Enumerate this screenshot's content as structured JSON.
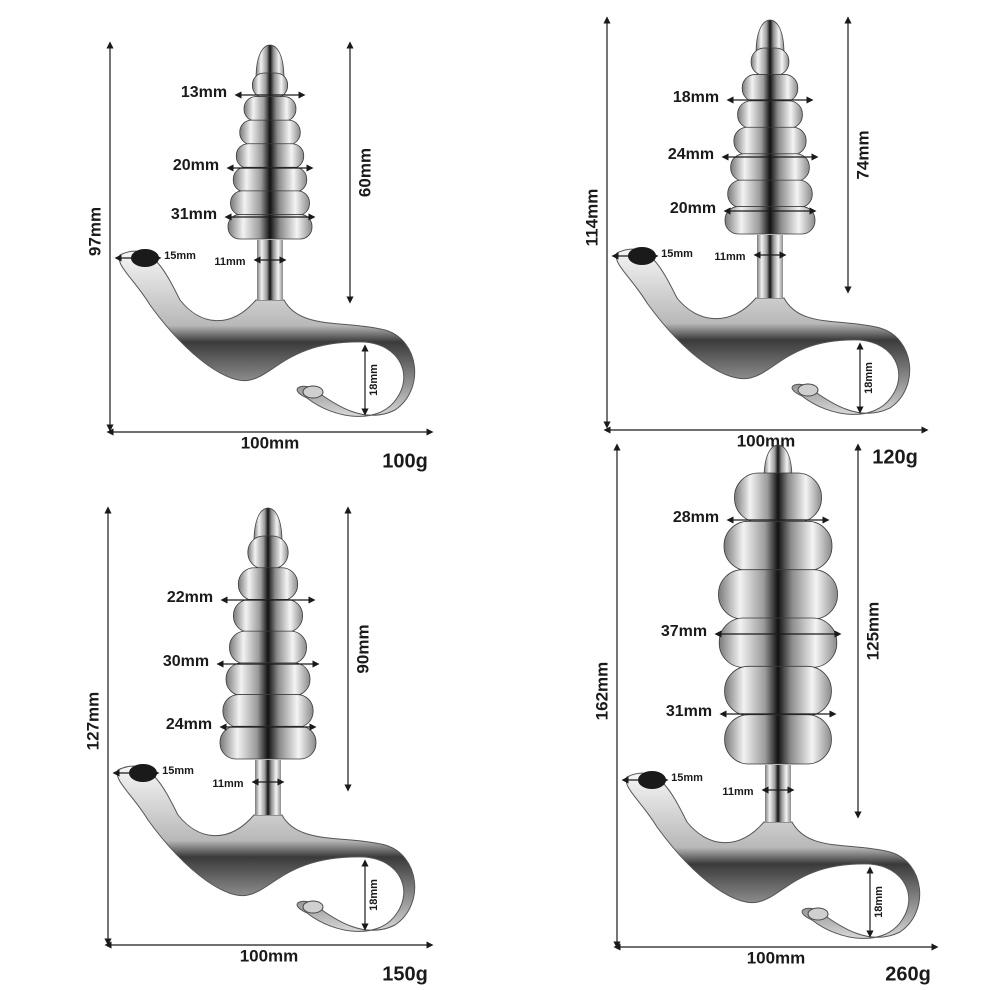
{
  "panels": [
    {
      "id": "small",
      "ring_labels": [
        "13mm",
        "20mm",
        "31mm"
      ],
      "tip_width": "15mm",
      "neck_width": "11mm",
      "loop_width": "18mm",
      "total_height": "97mm",
      "insert_length": "60mm",
      "base_length": "100mm",
      "weight": "100g"
    },
    {
      "id": "medium",
      "ring_labels": [
        "18mm",
        "24mm",
        "20mm"
      ],
      "tip_width": "15mm",
      "neck_width": "11mm",
      "loop_width": "18mm",
      "total_height": "114mm",
      "insert_length": "74mm",
      "base_length": "100mm",
      "weight": "120g"
    },
    {
      "id": "large",
      "ring_labels": [
        "22mm",
        "30mm",
        "24mm"
      ],
      "tip_width": "15mm",
      "neck_width": "11mm",
      "loop_width": "18mm",
      "total_height": "127mm",
      "insert_length": "90mm",
      "base_length": "100mm",
      "weight": "150g"
    },
    {
      "id": "xlarge",
      "ring_labels": [
        "28mm",
        "37mm",
        "31mm"
      ],
      "tip_width": "15mm",
      "neck_width": "11mm",
      "loop_width": "18mm",
      "total_height": "162mm",
      "insert_length": "125mm",
      "base_length": "100mm",
      "weight": "260g"
    }
  ],
  "colors": {
    "background": "#ffffff",
    "text": "#1a1a1a",
    "dimension_line": "#1a1a1a",
    "metal_light": "#f4f4f4",
    "metal_mid": "#a9a9a9",
    "metal_dark": "#111111"
  }
}
